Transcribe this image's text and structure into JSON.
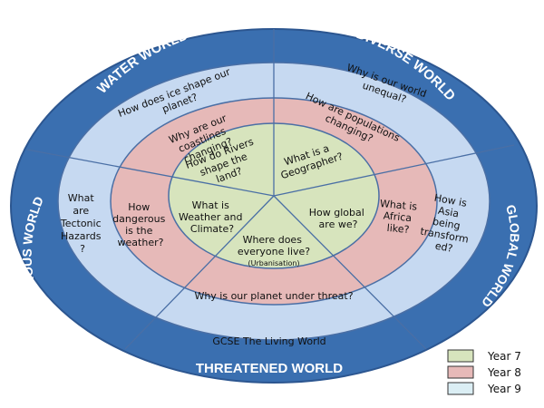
{
  "ring_labels": {
    "water": "WATER WORLD",
    "diverse": "DIVERSE WORLD",
    "global": "GLOBAL WORLD",
    "threatened": "THREATENED WORLD",
    "dangerous": "DANGEROUS WORLD"
  },
  "outer_questions": {
    "ice": [
      "How does ice shape our",
      "planet?"
    ],
    "unequal": [
      "Why is our world",
      "unequal?"
    ],
    "asia": [
      "How is",
      "Asia",
      "being",
      "transform",
      "ed?"
    ],
    "gcse": "GCSE The Living World",
    "tectonic": [
      "What",
      "are",
      "Tectonic",
      "",
      "Hazards",
      "?"
    ]
  },
  "middle_questions": {
    "coastlines": [
      "Why are our",
      "coastlines",
      "changing?"
    ],
    "populations": [
      "How are populations",
      "changing?"
    ],
    "africa": [
      "What is",
      "Africa",
      "like?"
    ],
    "threat": "Why is our planet under threat?",
    "dangerous": [
      "How",
      "dangerous",
      "is the",
      "weather?"
    ]
  },
  "inner_questions": {
    "rivers": [
      "How do Rivers",
      "shape the",
      "land?"
    ],
    "geographer": [
      "What is a",
      "Geographer?"
    ],
    "global": [
      "How global",
      "are we?"
    ],
    "everyone": [
      "Where does",
      "everyone live?"
    ],
    "urbanisation": "(Urbanisation)",
    "weather": [
      "What is",
      "Weather and",
      "Climate?"
    ]
  },
  "legend": [
    {
      "label": "Year 7",
      "color": "#d7e4bd"
    },
    {
      "label": "Year 8",
      "color": "#e6b9b8"
    },
    {
      "label": "Year 9",
      "color": "#dbeef4"
    }
  ],
  "colors": {
    "outer_ring": "#3a6fb0",
    "outer_ring_stroke": "#2c5690",
    "year9_ring": "#c6d9f1",
    "year8_ring": "#e6b9b8",
    "year7_center": "#d7e4bd",
    "divider": "#4a6fa5"
  }
}
